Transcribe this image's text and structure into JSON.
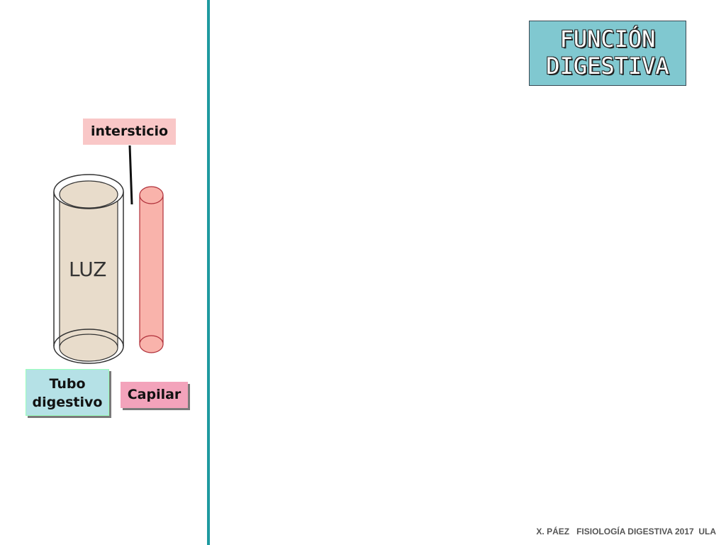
{
  "title": {
    "line1": "FUNCIÓN",
    "line2": "DIGESTIVA"
  },
  "labels": {
    "intersticio": "intersticio",
    "luz": "LUZ",
    "tubo_line1": "Tubo",
    "tubo_line2": "digestivo",
    "capilar": "Capilar"
  },
  "footer": "X. PÁEZ   FISIOLOGÍA DIGESTIVA 2017  ULA",
  "colors": {
    "divider": "#1f9aa0",
    "title_bg": "#80c8d0",
    "tube_lumen": "#e8dccb",
    "capillary": "#f9b3ab",
    "intersticio_bg": "#f9c7c7",
    "capilar_bg": "#f3a3bb",
    "tubo_bg": "#b5e1e6"
  }
}
